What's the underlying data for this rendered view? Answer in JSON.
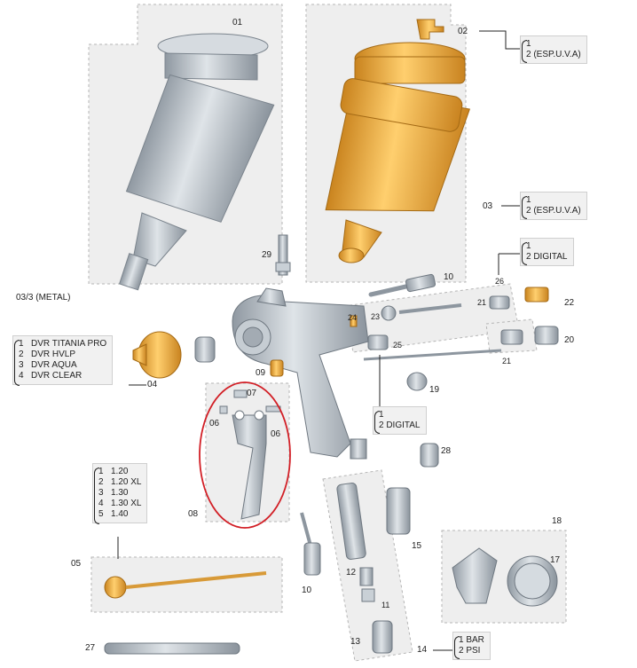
{
  "callouts": {
    "p01": "01",
    "p02": "02",
    "p03": "03",
    "p03_metal": "03/3 (METAL)",
    "p04": "04",
    "p05": "05",
    "p06a": "06",
    "p06b": "06",
    "p07": "07",
    "p08": "08",
    "p09": "09",
    "p10a": "10",
    "p10b": "10",
    "p11": "11",
    "p12": "12",
    "p13": "13",
    "p14": "14",
    "p15": "15",
    "p17": "17",
    "p18": "18",
    "p19": "19",
    "p20": "20",
    "p21a": "21",
    "p21b": "21",
    "p22": "22",
    "p23": "23",
    "p24": "24",
    "p25": "25",
    "p26": "26",
    "p27": "27",
    "p28": "28",
    "p29": "29"
  },
  "option_boxes": {
    "b02": [
      "1",
      "2 (ESP.U.V.A)"
    ],
    "b03": [
      "1",
      "2 (ESP.U.V.A)"
    ],
    "b26": [
      "1",
      "2 DIGITAL"
    ],
    "b25": [
      "1",
      "2 DIGITAL"
    ],
    "b14": [
      "1 BAR",
      "2 PSI"
    ],
    "b04": [
      {
        "n": "1",
        "t": "DVR TITANIA PRO"
      },
      {
        "n": "2",
        "t": "DVR HVLP"
      },
      {
        "n": "3",
        "t": "DVR AQUA"
      },
      {
        "n": "4",
        "t": "DVR CLEAR"
      }
    ],
    "b05": [
      {
        "n": "1",
        "t": "1.20"
      },
      {
        "n": "2",
        "t": "1.20 XL"
      },
      {
        "n": "3",
        "t": "1.30"
      },
      {
        "n": "4",
        "t": "1.30 XL"
      },
      {
        "n": "5",
        "t": "1.40"
      }
    ]
  },
  "colors": {
    "metal": "#b9c1c9",
    "metal_dark": "#8d969f",
    "orange": "#f2a93b",
    "orange_dark": "#c98320",
    "panel": "#eeeeee",
    "panel_border": "#bdbdbd",
    "highlight": "#d21f26"
  }
}
